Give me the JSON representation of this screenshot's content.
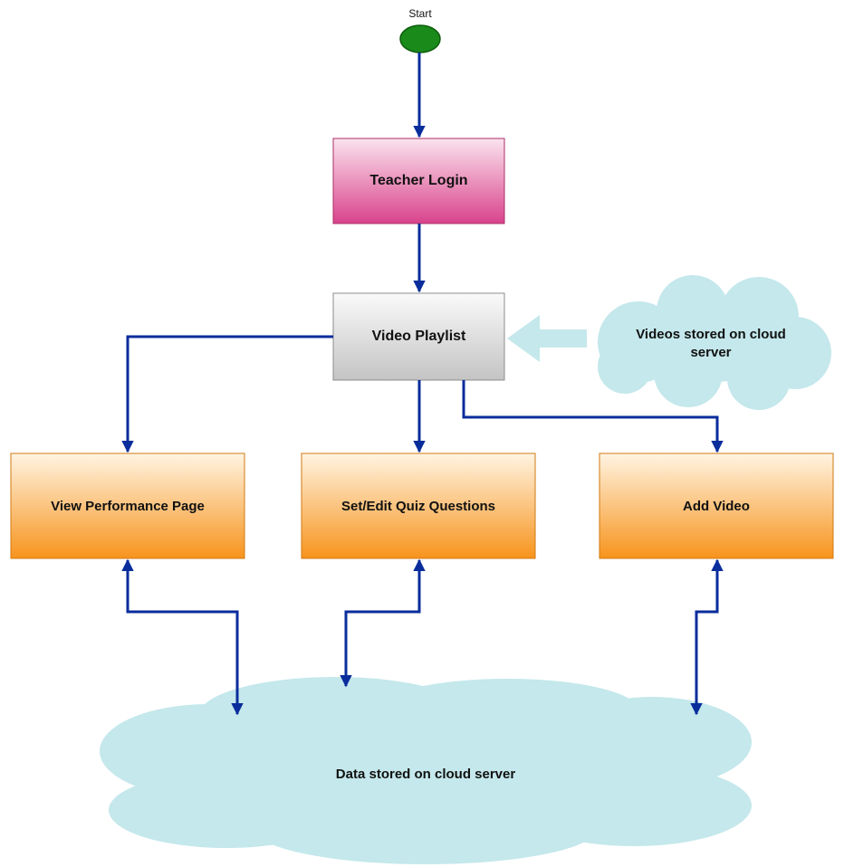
{
  "start": {
    "label": "Start"
  },
  "nodes": {
    "teacher_login": {
      "label": "Teacher Login"
    },
    "video_playlist": {
      "label": "Video Playlist"
    },
    "view_performance": {
      "label": "View Performance Page"
    },
    "set_edit_quiz": {
      "label": "Set/Edit Quiz Questions"
    },
    "add_video": {
      "label": "Add Video"
    }
  },
  "clouds": {
    "videos_storage": {
      "label": "Videos stored on cloud server"
    },
    "data_storage": {
      "label": "Data stored on cloud server"
    }
  },
  "colors": {
    "arrow": "#0a2d9c",
    "start_fill": "#1a8a1a",
    "login_fill": "#d9438c",
    "playlist_fill": "#d0d0d0",
    "action_fill": "#f7941d",
    "cloud_fill": "#c4e8ec"
  }
}
